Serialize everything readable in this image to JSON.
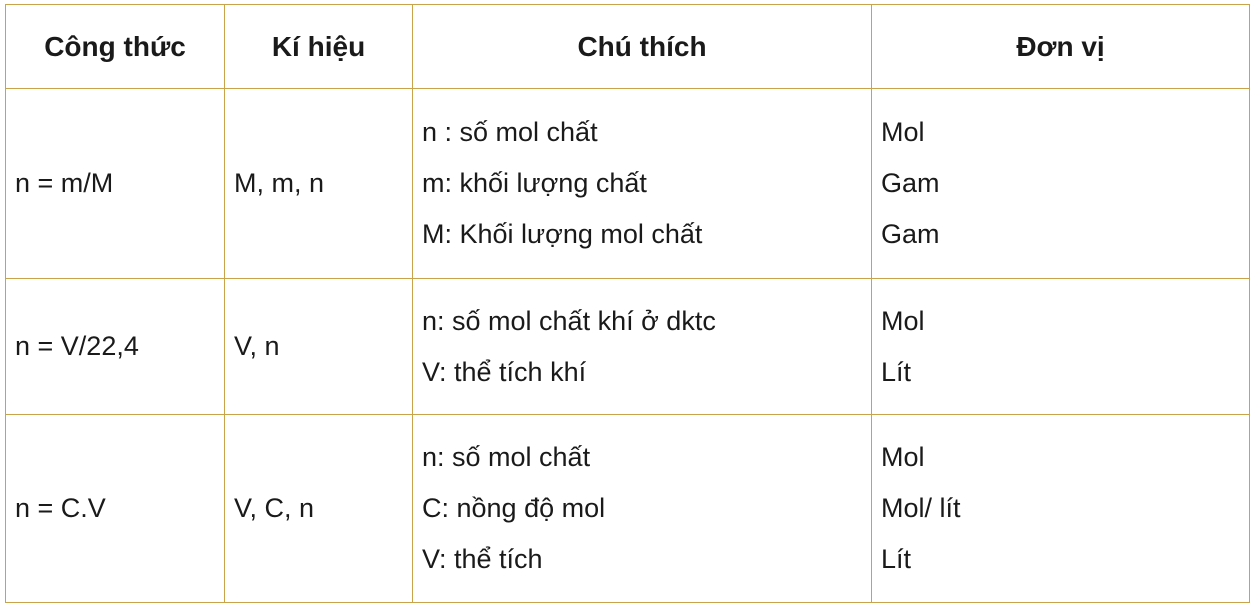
{
  "table": {
    "headers": [
      "Công thức",
      "Kí hiệu",
      "Chú thích",
      "Đơn vị"
    ],
    "rows": [
      {
        "formula": "n = m/M",
        "symbols": "M, m, n",
        "notes": [
          "n : số mol chất",
          "m: khối lượng chất",
          "M: Khối lượng mol chất"
        ],
        "units": [
          "Mol",
          "Gam",
          "Gam"
        ]
      },
      {
        "formula": "n = V/22,4",
        "symbols": "V, n",
        "notes": [
          "n: số mol chất khí ở dktc",
          "V: thể tích khí"
        ],
        "units": [
          "Mol",
          "Lít"
        ]
      },
      {
        "formula": "n = C.V",
        "symbols": "V, C, n",
        "notes": [
          "n: số mol chất",
          "C: nồng độ mol",
          "V: thể tích"
        ],
        "units": [
          "Mol",
          "Mol/ lít",
          "Lít"
        ]
      }
    ]
  },
  "colors": {
    "border": "#c9a24a",
    "text": "#1a1a1a",
    "background": "#ffffff"
  }
}
